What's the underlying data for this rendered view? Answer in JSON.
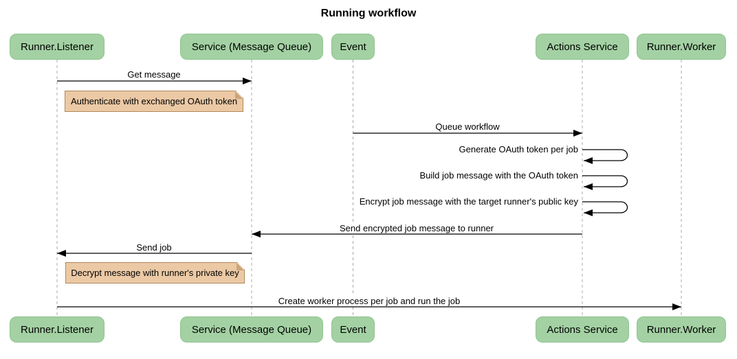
{
  "title": "Running workflow",
  "participants": [
    {
      "id": "runner-listener",
      "label": "Runner.Listener"
    },
    {
      "id": "service-message-queue",
      "label": "Service (Message Queue)"
    },
    {
      "id": "event",
      "label": "Event"
    },
    {
      "id": "actions-service",
      "label": "Actions Service"
    },
    {
      "id": "runner-worker",
      "label": "Runner.Worker"
    }
  ],
  "messages": [
    {
      "label": "Get message",
      "from": "Runner.Listener",
      "to": "Service (Message Queue)",
      "type": "arrow"
    },
    {
      "label": "Queue workflow",
      "from": "Event",
      "to": "Actions Service",
      "type": "arrow"
    },
    {
      "label": "Generate OAuth token per job",
      "from": "Actions Service",
      "to": "Actions Service",
      "type": "self"
    },
    {
      "label": "Build job message with the OAuth token",
      "from": "Actions Service",
      "to": "Actions Service",
      "type": "self"
    },
    {
      "label": "Encrypt job message with the target runner's public key",
      "from": "Actions Service",
      "to": "Actions Service",
      "type": "self"
    },
    {
      "label": "Send encrypted job message to runner",
      "from": "Actions Service",
      "to": "Service (Message Queue)",
      "type": "arrow"
    },
    {
      "label": "Send job",
      "from": "Service (Message Queue)",
      "to": "Runner.Listener",
      "type": "arrow"
    },
    {
      "label": "Create worker process per job and run the job",
      "from": "Runner.Listener",
      "to": "Runner.Worker",
      "type": "arrow"
    }
  ],
  "notes": [
    {
      "text": "Authenticate with exchanged OAuth token",
      "position": "right of Runner.Listener"
    },
    {
      "text": "Decrypt message with runner's private key",
      "position": "right of Runner.Listener"
    }
  ],
  "colors": {
    "background": "#ffffff",
    "participant_fill": "#a3d1a3",
    "participant_border": "#8fc48f",
    "note_fill": "#ecc9a5",
    "note_border": "#b1895a",
    "lifeline": "#a8a8a8",
    "arrow": "#000000",
    "text": "#000000"
  }
}
